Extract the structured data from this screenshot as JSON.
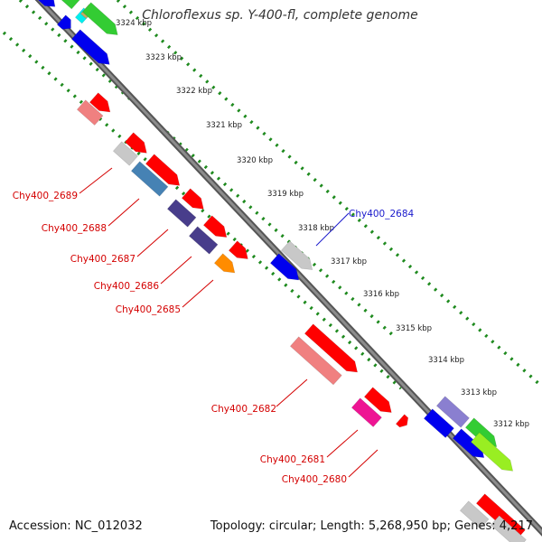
{
  "title": "Chloroflexus sp. Y-400-fl, complete genome",
  "footer": {
    "accession": "Accession: NC_012032",
    "summary": "Topology: circular; Length: 5,268,950 bp; Genes: 4,217"
  },
  "ruler": {
    "ticks": [
      "3324 kbp",
      "3323 kbp",
      "3322 kbp",
      "3321 kbp",
      "3320 kbp",
      "3319 kbp",
      "3318 kbp",
      "3317 kbp",
      "3316 kbp",
      "3315 kbp",
      "3314 kbp",
      "3313 kbp",
      "3312 kbp"
    ]
  },
  "gene_labels": [
    {
      "text": "Chy400_2689",
      "color": "#d40000"
    },
    {
      "text": "Chy400_2688",
      "color": "#d40000"
    },
    {
      "text": "Chy400_2687",
      "color": "#d40000"
    },
    {
      "text": "Chy400_2686",
      "color": "#d40000"
    },
    {
      "text": "Chy400_2685",
      "color": "#d40000"
    },
    {
      "text": "Chy400_2684",
      "color": "#1a1acc"
    },
    {
      "text": "Chy400_2682",
      "color": "#d40000"
    },
    {
      "text": "Chy400_2681",
      "color": "#d40000"
    },
    {
      "text": "Chy400_2680",
      "color": "#d40000"
    }
  ],
  "colors": {
    "backbone": "#8c8c8c",
    "backbone_edge": "#555555",
    "dots": "#1e8a1e",
    "red": "#ff0000",
    "pink": "#f08080",
    "blue": "#0000ee",
    "green": "#33cc33",
    "lime": "#99ee22",
    "gray": "#c8c8c8",
    "steel": "#4682b4",
    "slate": "#483d8b",
    "orange": "#ff8c00",
    "magenta": "#ee1493",
    "cyan": "#00eeee",
    "tan": "#c8aa64",
    "lavender": "#8a7fd0"
  }
}
